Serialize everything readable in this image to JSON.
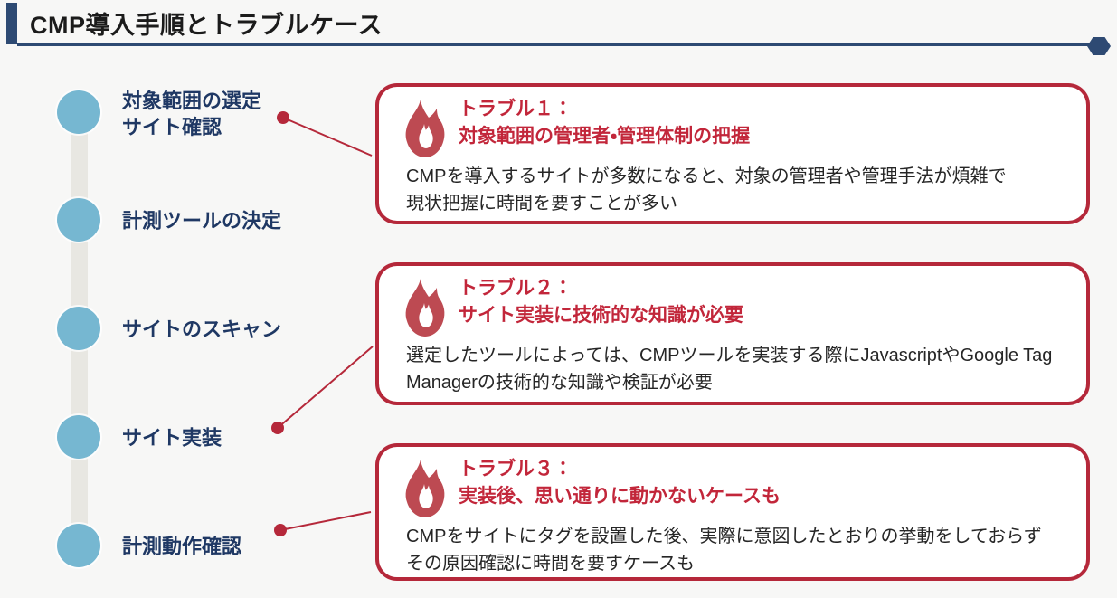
{
  "header": {
    "title": "CMP導入手順とトラブルケース"
  },
  "timeline": {
    "steps": [
      {
        "label": "対象範囲の選定\nサイト確認"
      },
      {
        "label": "計測ツールの決定"
      },
      {
        "label": "サイトのスキャン"
      },
      {
        "label": "サイト実装"
      },
      {
        "label": "計測動作確認"
      }
    ]
  },
  "troubles": [
    {
      "icon": "fire-icon",
      "title": "トラブル１：\n対象範囲の管理者・管理体制の把握",
      "body": "CMPを導入するサイトが多数になると、対象の管理者や管理手法が煩雑で\n現状把握に時間を要すことが多い"
    },
    {
      "icon": "fire-icon",
      "title": "トラブル２：\nサイト実装に技術的な知識が必要",
      "body": "選定したツールによっては、CMPツールを実装する際にJavascriptやGoogle Tag\nManagerの技術的な知識や検証が必要"
    },
    {
      "icon": "fire-icon",
      "title": "トラブル３：\n実装後、思い通りに動かないケースも",
      "body": "CMPをサイトにタグを設置した後、実際に意図したとおりの挙動をしておらず\nその原因確認に時間を要すケースも"
    }
  ],
  "icons": {
    "title_end_marker": "hexagon-icon",
    "trouble_marker": "fire-icon"
  },
  "colors": {
    "bg": "#f7f7f6",
    "navy": "#2e4a73",
    "step_text": "#1f3864",
    "circle": "#76b7d1",
    "track": "#e8e7e2",
    "accent_red": "#b5283a",
    "title_red": "#c2263a",
    "flame": "#bd4a52",
    "body_text": "#262626",
    "box_bg": "#ffffff",
    "title_text": "#1b1b1b"
  }
}
